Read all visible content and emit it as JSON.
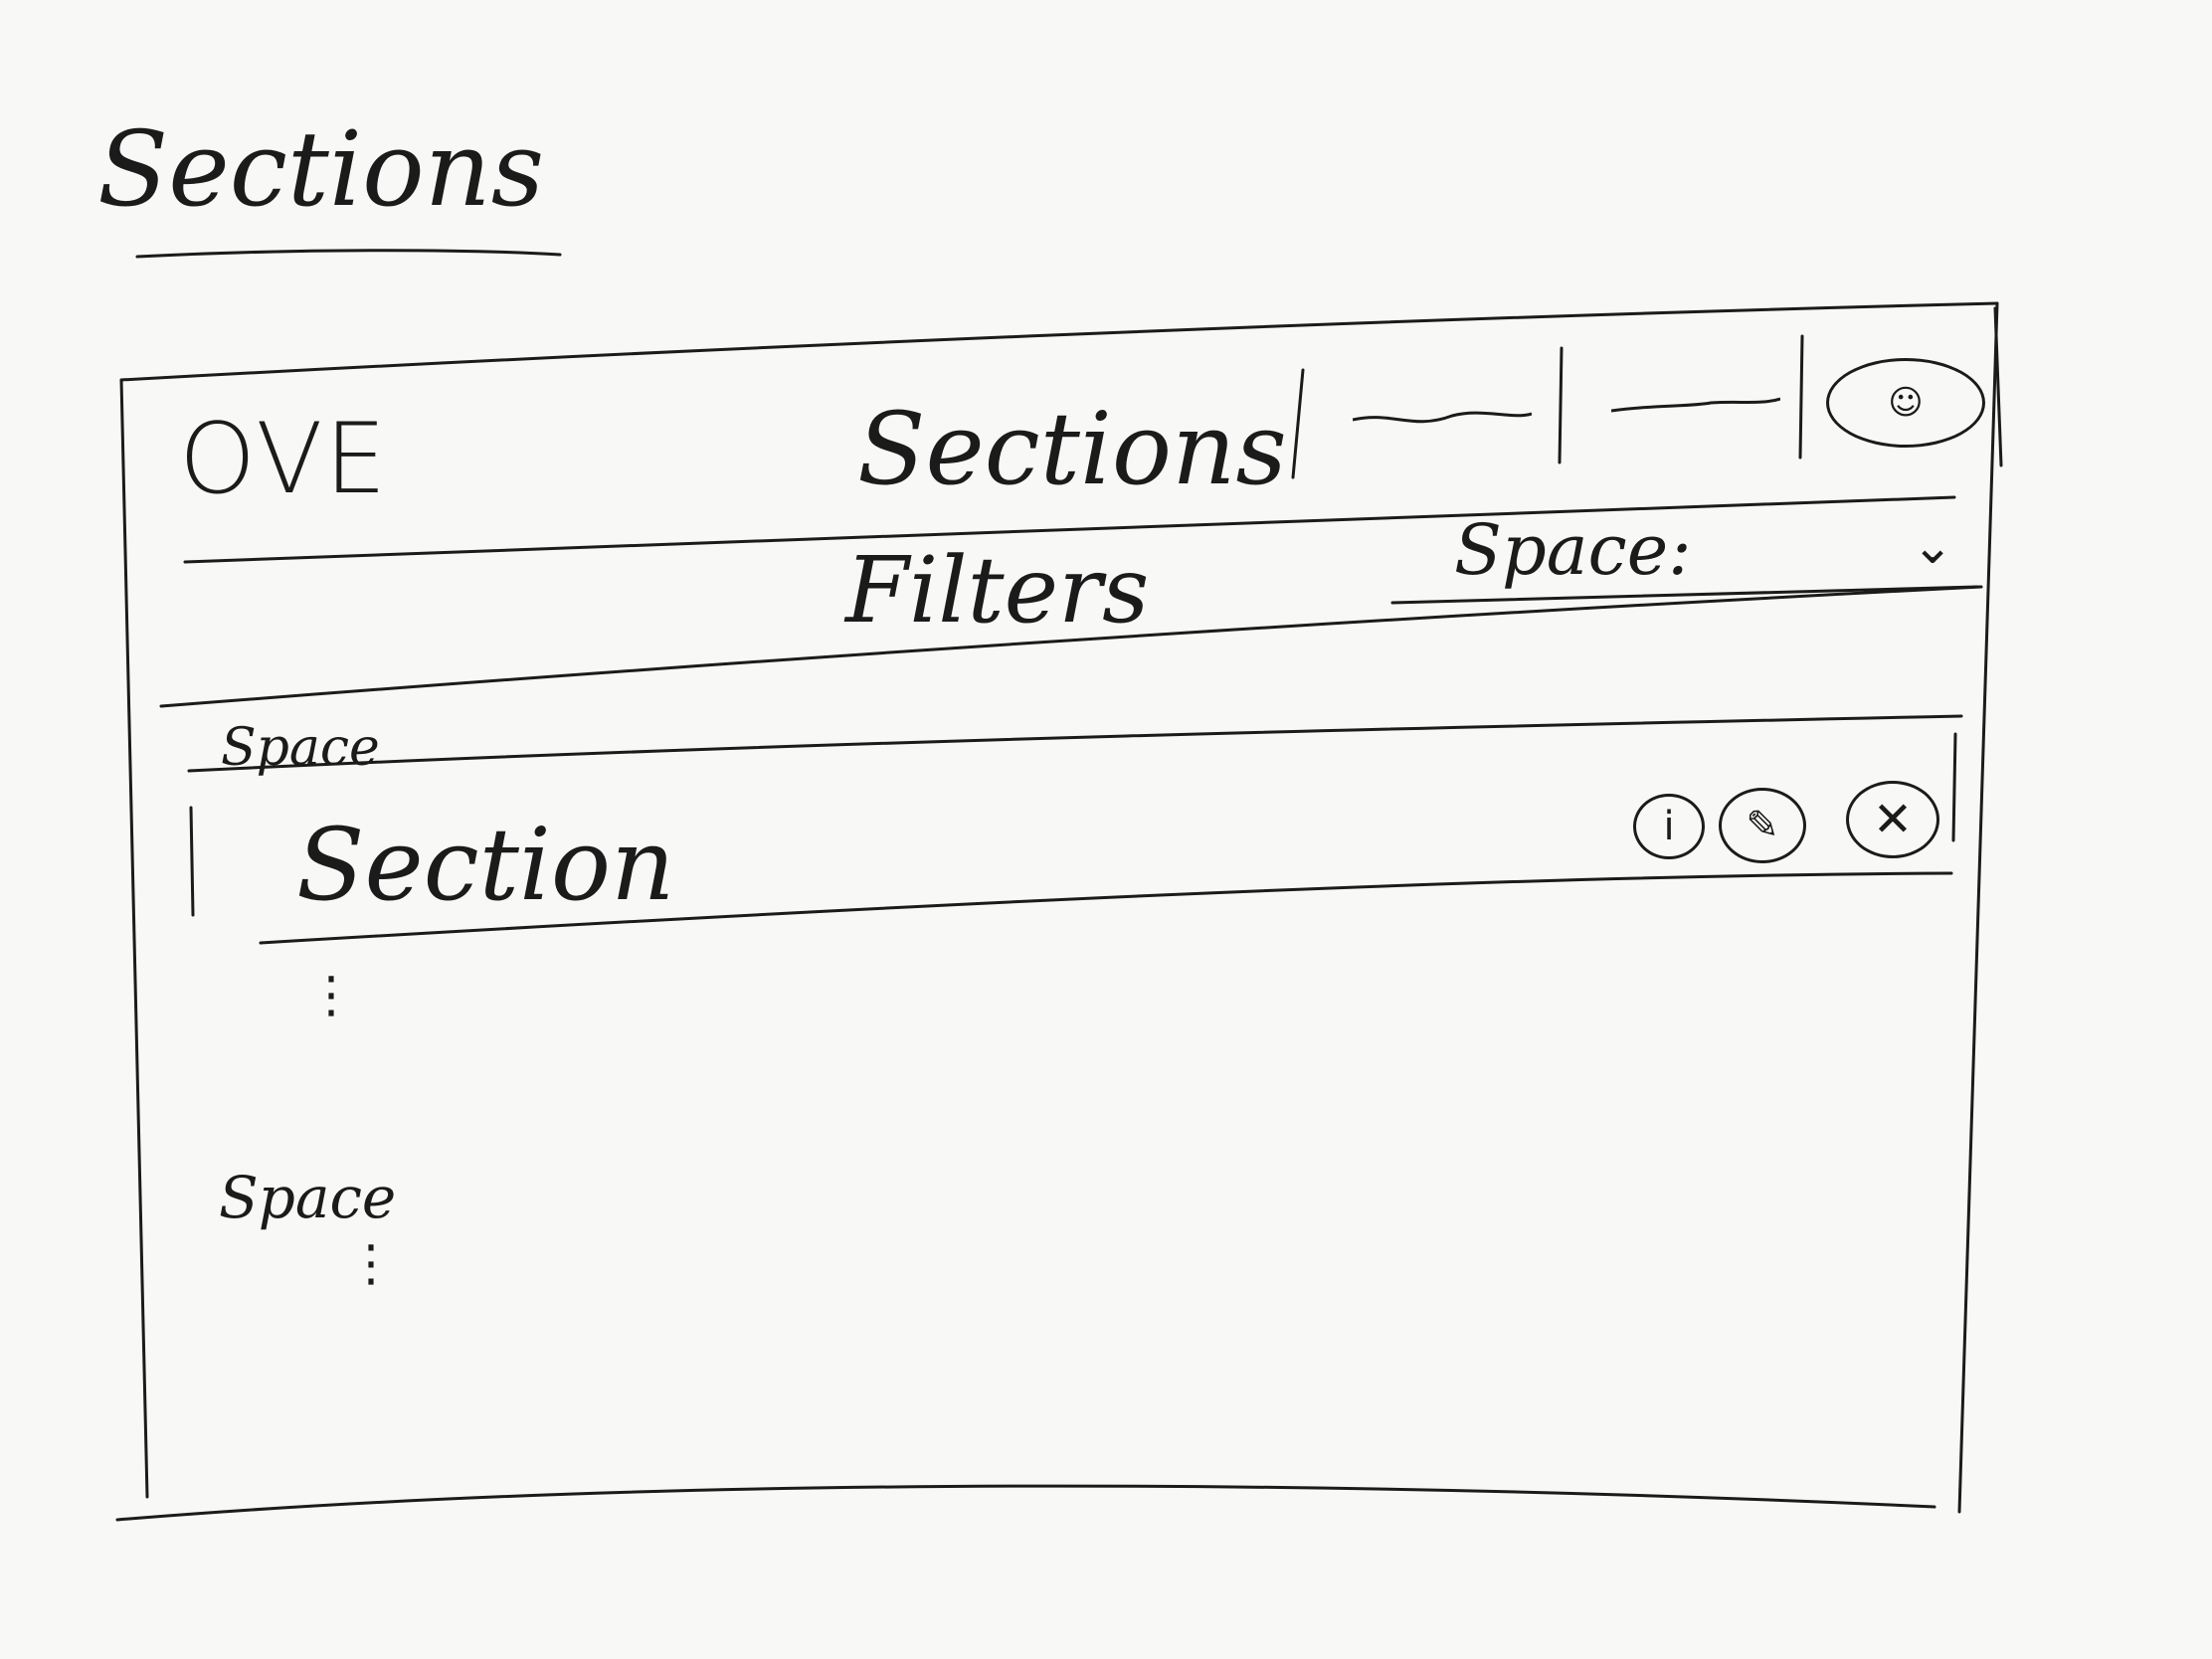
{
  "page_title": "Sections",
  "app": {
    "logo": "OVE",
    "nav_title": "Sections"
  },
  "filters_bar": {
    "label": "Filters",
    "space_select": {
      "value": "Space:",
      "icon": "chevron-down-icon"
    }
  },
  "spaces": [
    {
      "label": "Space",
      "sections": [
        {
          "label": "Section",
          "actions": [
            {
              "icon": "info-icon",
              "glyph": "i"
            },
            {
              "icon": "edit-icon",
              "glyph": "✎"
            },
            {
              "icon": "delete-icon",
              "glyph": "✕"
            }
          ]
        }
      ],
      "more": "⋮"
    },
    {
      "label": "Space",
      "more": "⋮"
    }
  ],
  "user": {
    "icon": "user-icon",
    "glyph": "☺"
  }
}
